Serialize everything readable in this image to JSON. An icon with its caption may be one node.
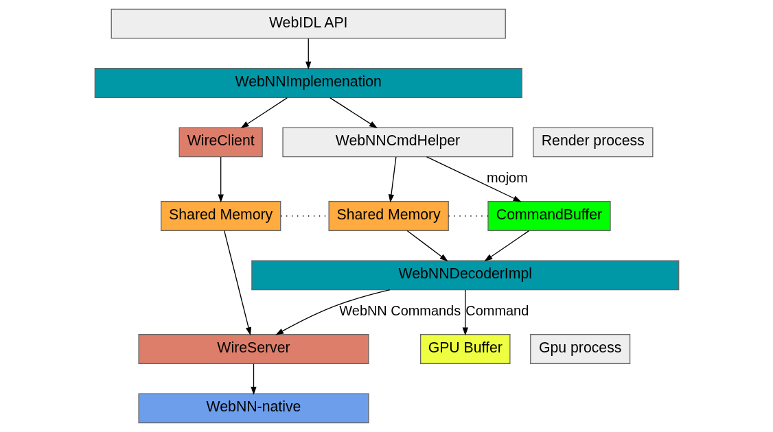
{
  "diagram": {
    "nodes": [
      {
        "text": [
          "WebIDL API"
        ]
      },
      {
        "text": [
          "WebNNImplemenation"
        ]
      },
      {
        "text": [
          "Render process"
        ]
      },
      {
        "text": [
          "WireClient"
        ]
      },
      {
        "text": [
          "WebNNCmdHelper"
        ]
      },
      {
        "text": [
          "Shared Memory"
        ]
      },
      {
        "text": [
          "Shared Memory"
        ]
      },
      {
        "text": [
          "CommandBuffer"
        ]
      },
      {
        "text": [
          "WebNNDecoderImpl"
        ]
      },
      {
        "text": [
          "Gpu process"
        ]
      },
      {
        "text": [
          "WireServer"
        ]
      },
      {
        "text": [
          "GPU Buffer"
        ]
      },
      {
        "text": [
          "WebNN-native"
        ]
      }
    ],
    "edges": [
      {
        "from": 0,
        "to": 1,
        "arrow": "to"
      },
      {
        "from": 1,
        "to": 3,
        "arrow": "to"
      },
      {
        "from": 1,
        "to": 4,
        "arrow": "to"
      },
      {
        "from": 3,
        "to": 5,
        "arrow": "to"
      },
      {
        "from": 4,
        "to": 6,
        "arrow": "to"
      },
      {
        "from": 4,
        "to": 7,
        "arrow": "to",
        "label": "mojom"
      },
      {
        "from": 5,
        "to": 6,
        "arrow": "none",
        "style": "dashed"
      },
      {
        "from": 6,
        "to": 7,
        "arrow": "none",
        "style": "dashed"
      },
      {
        "from": 6,
        "to": 8,
        "arrow": "to"
      },
      {
        "from": 7,
        "to": 8,
        "arrow": "to"
      },
      {
        "from": 5,
        "to": 10,
        "arrow": "to"
      },
      {
        "from": 8,
        "to": 10,
        "arrow": "to",
        "label": "WebNN Commands"
      },
      {
        "from": 8,
        "to": 11,
        "arrow": "to",
        "label": "Command"
      },
      {
        "from": 10,
        "to": 12,
        "arrow": "to"
      }
    ]
  }
}
